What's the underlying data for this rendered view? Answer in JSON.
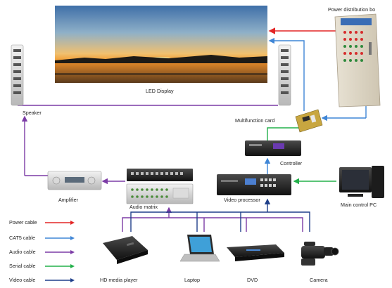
{
  "labels": {
    "power_cabinet": "Power distribution bo",
    "led_display": "LED Display",
    "speaker": "Speaker",
    "multifunction_card": "Multifunction card",
    "controller": "Controller",
    "amplifier": "Amplifier",
    "audio_matrix": "Audio  matrix",
    "video_processor": "Video processor",
    "main_pc": "Main control PC",
    "hd_player": "HD media player",
    "laptop": "Laptop",
    "dvd": "DVD",
    "camera": "Camera"
  },
  "legend": [
    {
      "label": "Power cable",
      "color": "#e32626"
    },
    {
      "label": "CAT5 cable",
      "color": "#3f86d6"
    },
    {
      "label": "Audio cable",
      "color": "#7c3ca6"
    },
    {
      "label": "Serial cable",
      "color": "#22b04a"
    },
    {
      "label": "Video cable",
      "color": "#1f3f8a"
    }
  ],
  "colors": {
    "power": "#e32626",
    "cat5": "#3f86d6",
    "audio": "#7c3ca6",
    "serial": "#22b04a",
    "video": "#1f3f8a"
  },
  "icons": [
    "led-screen-icon",
    "speaker-icon",
    "power-cabinet-icon",
    "multifunction-card-icon",
    "controller-icon",
    "video-processor-icon",
    "audio-matrix-icon",
    "amplifier-icon",
    "pc-icon",
    "media-player-icon",
    "laptop-icon",
    "dvd-icon",
    "camera-icon"
  ]
}
